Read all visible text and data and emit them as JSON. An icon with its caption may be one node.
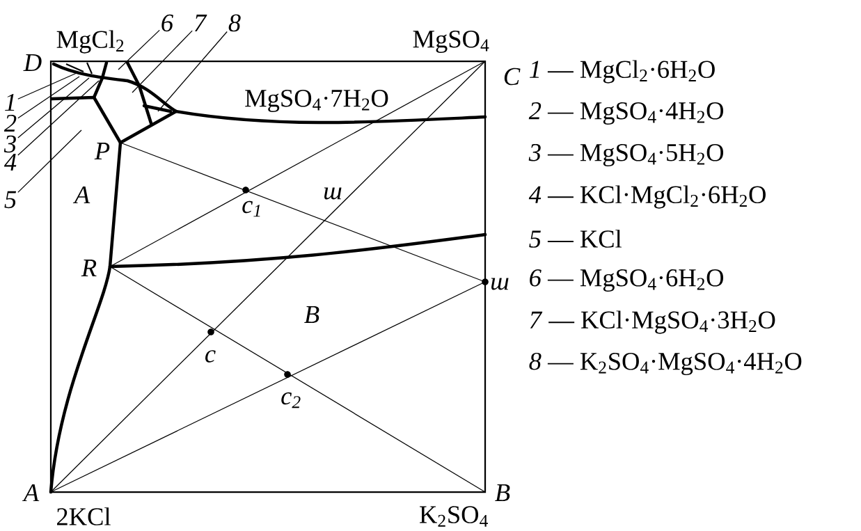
{
  "diagram": {
    "nodes": [
      {
        "text": [
          "1"
        ]
      },
      {
        "text": [
          "2"
        ]
      },
      {
        "text": [
          "3"
        ]
      },
      {
        "text": [
          "4"
        ]
      },
      {
        "text": [
          "5"
        ]
      },
      {
        "text": [
          "6"
        ]
      },
      {
        "text": [
          "7"
        ]
      },
      {
        "text": [
          "8"
        ]
      }
    ],
    "edges": [
      {
        "from": 0,
        "to": null,
        "arrow": "none"
      },
      {
        "from": 1,
        "to": null,
        "arrow": "none"
      },
      {
        "from": 2,
        "to": null,
        "arrow": "none"
      },
      {
        "from": 3,
        "to": null,
        "arrow": "none"
      },
      {
        "from": 4,
        "to": null,
        "arrow": "none"
      },
      {
        "from": 5,
        "to": null,
        "arrow": "none"
      },
      {
        "from": 6,
        "to": null,
        "arrow": "none"
      },
      {
        "from": 7,
        "to": null,
        "arrow": "none"
      }
    ],
    "labels": [
      "MgCl$_{2}$",
      "MgSO$_{4}$",
      "D",
      "MgSO$_{4}$·7H$_{2}$O",
      "C",
      "P",
      "A",
      "ш",
      "c$_{1}$",
      "R",
      "ш",
      "B",
      "c",
      "c$_{2}$",
      "A",
      "B",
      "2KCl",
      "K$_{2}$SO$_{4}$",
      "*1* — MgCl$_{2}$·6H$_{2}$O",
      "*2* — MgSO$_{4}$·4H$_{2}$O",
      "*3* — MgSO$_{4}$·5H$_{2}$O",
      "*4* — KCl·MgCl$_{2}$·6H$_{2}$O",
      "*5* — KCl",
      "*6* — MgSO$_{4}$·6H$_{2}$O",
      "*7* — KCl·MgSO$_{4}$·3H$_{2}$O",
      "*8* — K$_{2}$SO$_{4}$·MgSO$_{4}$·4H$_{2}$O"
    ]
  }
}
